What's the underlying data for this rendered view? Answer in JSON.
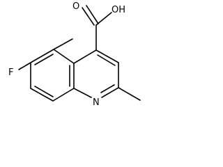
{
  "diagram": {
    "type": "chemical-structure",
    "atoms": {
      "fluorine": "F",
      "nitrogen": "N",
      "carbonyl_oxygen": "O",
      "hydroxyl": "OH"
    },
    "colors": {
      "bond": "#000000",
      "text": "#000000",
      "background": "#ffffff"
    }
  }
}
